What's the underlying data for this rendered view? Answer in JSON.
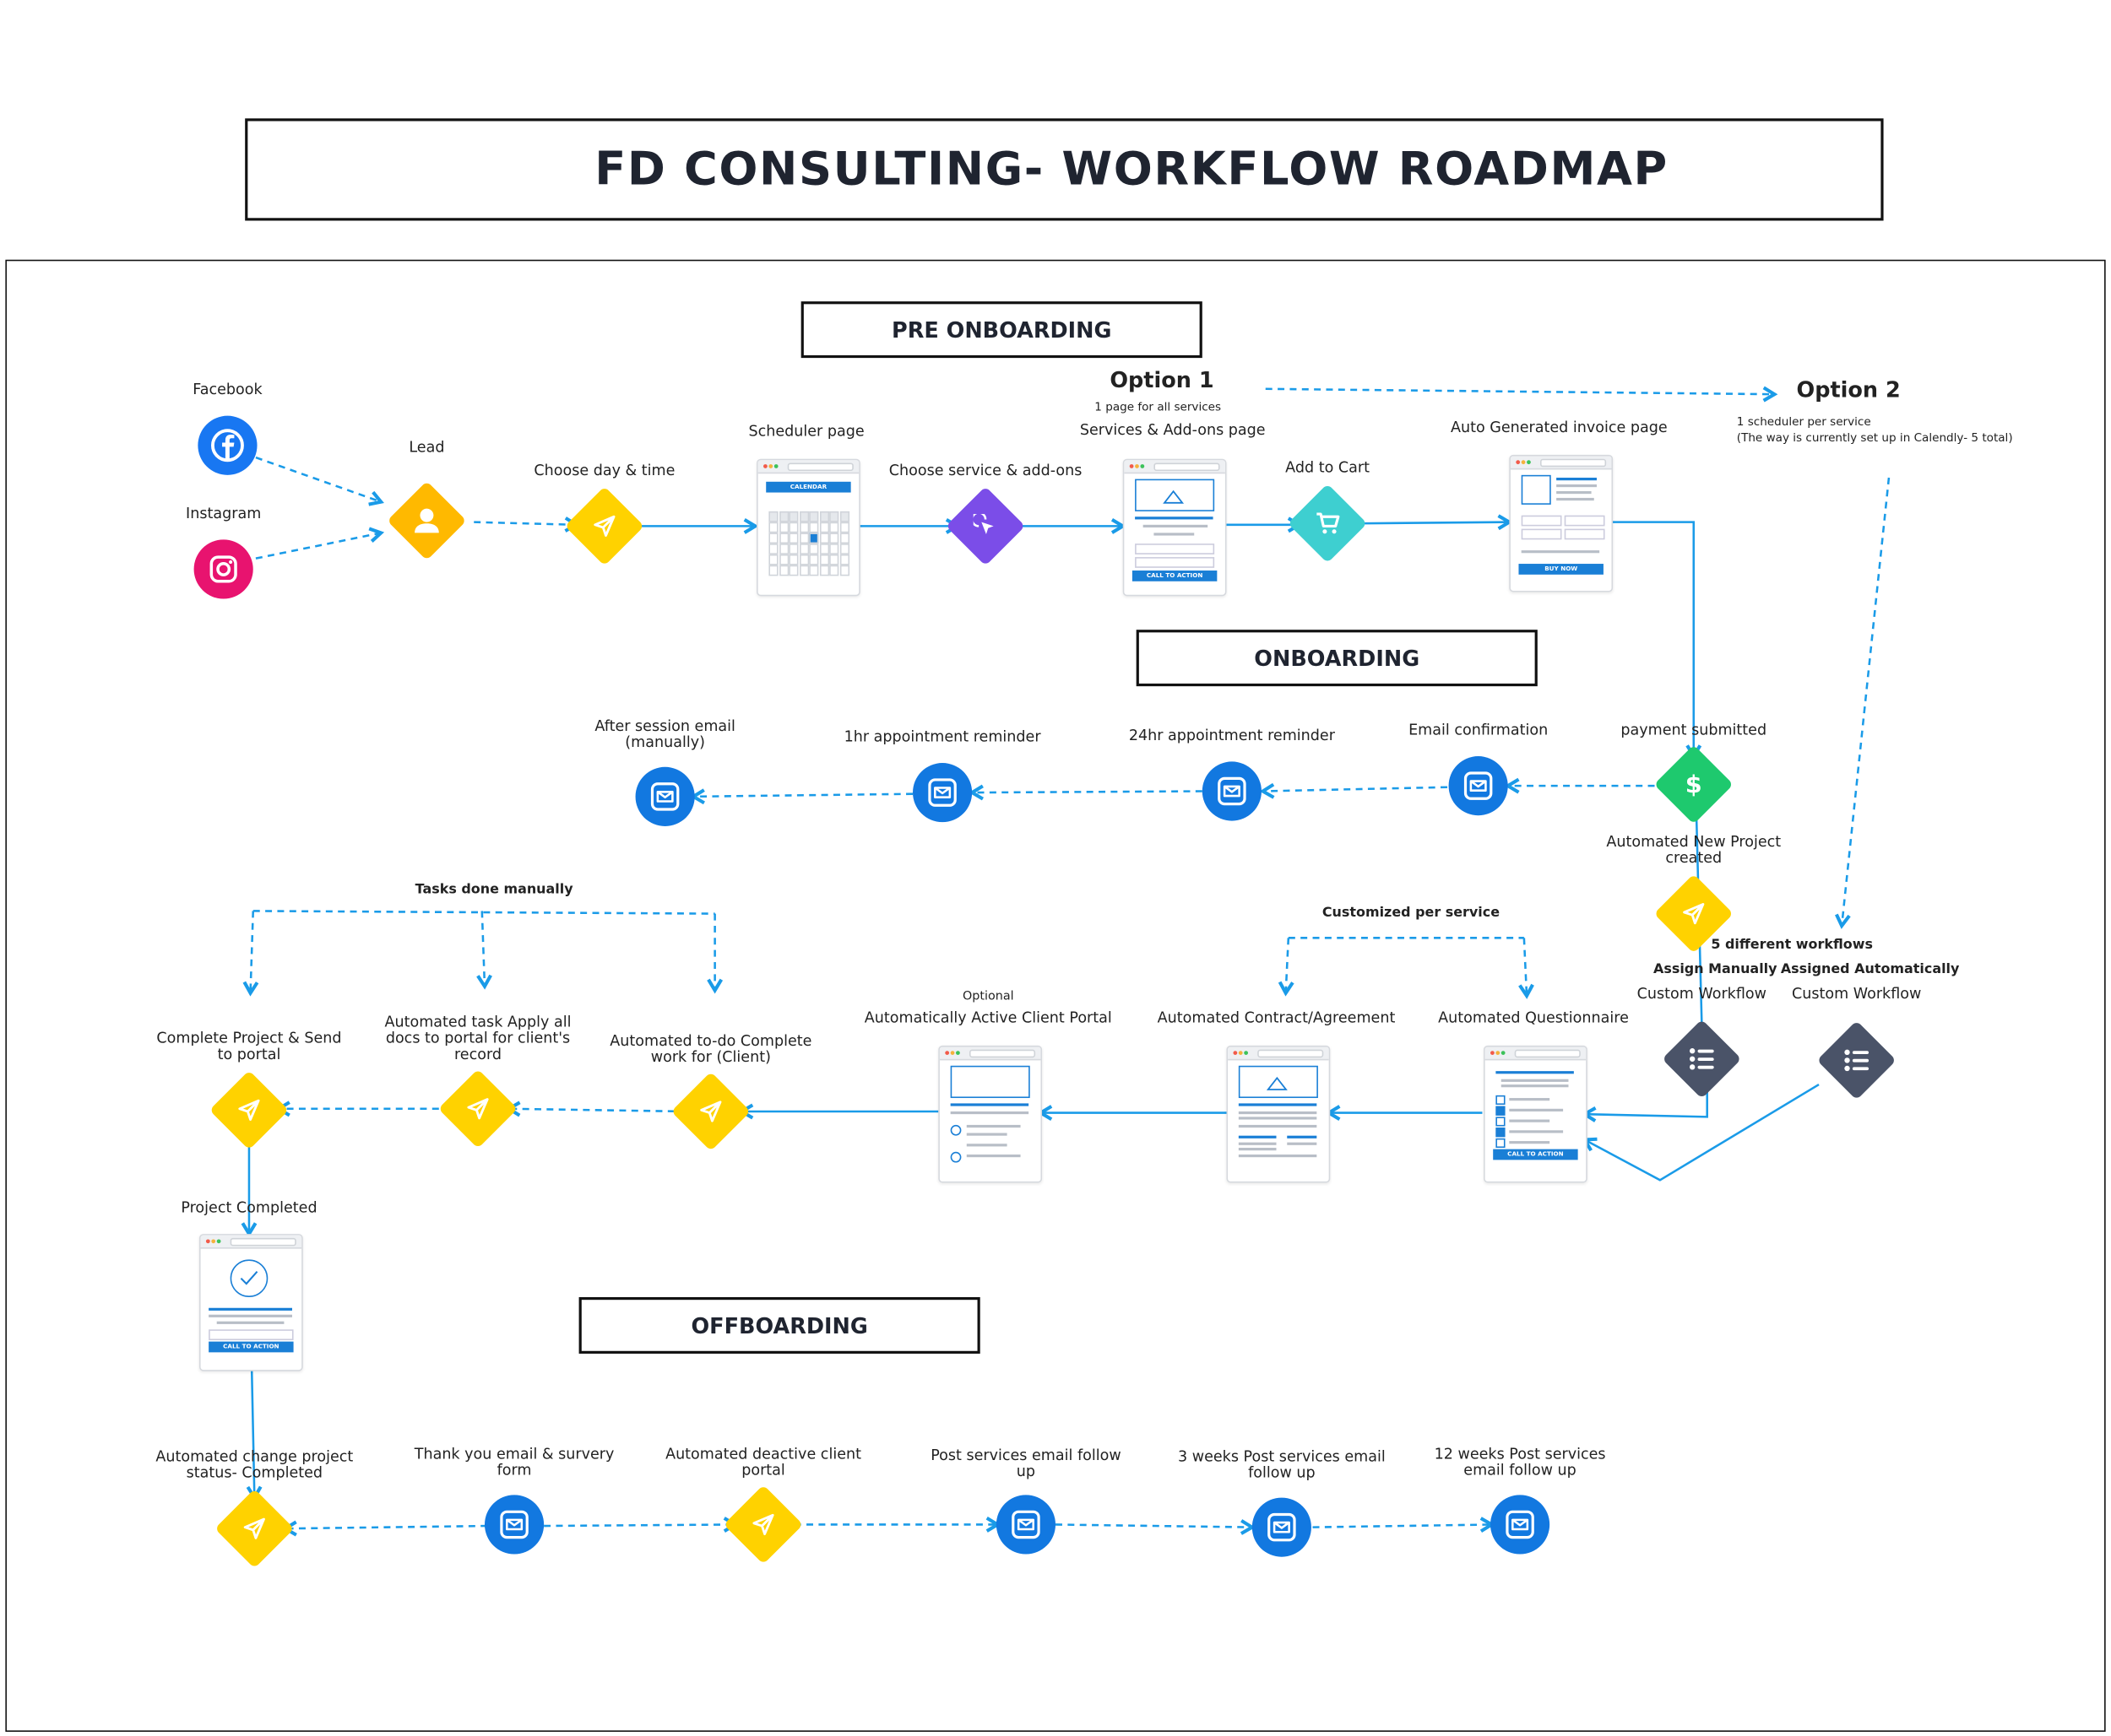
{
  "title": "FD CONSULTING- WORKFLOW ROADMAP",
  "sections": {
    "pre": "PRE ONBOARDING",
    "on": "ONBOARDING",
    "off": "OFFBOARDING"
  },
  "notes": {
    "option1": "Option 1",
    "option1_sub": "1 page for all services",
    "option2": "Option 2",
    "option2_sub": "1 scheduler per  service\n(The way is currently set up in Calendly- 5 total)",
    "tasks_manual": "Tasks done manually",
    "customized": "Customized per service",
    "five_workflows": "5 different workflows",
    "assign_manual": "Assign Manually",
    "assign_auto": "Assigned Automatically",
    "optional": "Optional"
  },
  "mock_text": {
    "calendar": "CALENDAR",
    "cta": "CALL TO ACTION",
    "buy": "BUY NOW"
  },
  "colors": {
    "line": "#1a9be8",
    "facebook": "#1877f2",
    "instagram": "#e8136f",
    "lead": "#ffb900",
    "task": "#ffd200",
    "service": "#7b4de8",
    "cart": "#3ecfd0",
    "payment": "#1ec96e",
    "email": "#1278e0",
    "workflow": "#4a5368"
  },
  "nodes": [
    {
      "id": "facebook",
      "label": "Facebook",
      "icon": "facebook-icon"
    },
    {
      "id": "instagram",
      "label": "Instagram",
      "icon": "instagram-icon"
    },
    {
      "id": "lead",
      "label": "Lead",
      "icon": "user-icon"
    },
    {
      "id": "choose_day",
      "label": "Choose day & time",
      "icon": "paper-plane-icon"
    },
    {
      "id": "scheduler",
      "label": "Scheduler page",
      "icon": "calendar-page"
    },
    {
      "id": "choose_service",
      "label": "Choose service & add-ons",
      "icon": "cursor-click-icon"
    },
    {
      "id": "services_page",
      "label": "Services & Add-ons page",
      "icon": "landing-page"
    },
    {
      "id": "cart",
      "label": "Add to Cart",
      "icon": "cart-icon"
    },
    {
      "id": "invoice",
      "label": "Auto Generated invoice page",
      "icon": "invoice-page"
    },
    {
      "id": "payment",
      "label": "payment submitted",
      "icon": "dollar-icon"
    },
    {
      "id": "email_conf",
      "label": "Email confirmation",
      "icon": "mail-icon"
    },
    {
      "id": "rem24",
      "label": "24hr appointment reminder",
      "icon": "mail-icon"
    },
    {
      "id": "rem1",
      "label": "1hr appointment reminder",
      "icon": "mail-icon"
    },
    {
      "id": "after_session",
      "label": "After session email\n(manually)",
      "icon": "mail-icon"
    },
    {
      "id": "new_project",
      "label": "Automated New Project\ncreated",
      "icon": "paper-plane-icon"
    },
    {
      "id": "wf_manual",
      "label": "Custom Workflow",
      "icon": "list-icon"
    },
    {
      "id": "wf_auto",
      "label": "Custom Workflow",
      "icon": "list-icon"
    },
    {
      "id": "questionnaire",
      "label": "Automated Questionnaire",
      "icon": "form-page"
    },
    {
      "id": "contract",
      "label": "Automated Contract/Agreement",
      "icon": "contract-page"
    },
    {
      "id": "portal",
      "label": "Automatically Active Client Portal",
      "icon": "portal-page"
    },
    {
      "id": "todo",
      "label": "Automated to-do Complete\nwork for (Client)",
      "icon": "paper-plane-icon"
    },
    {
      "id": "apply_docs",
      "label": "Automated task Apply all\ndocs to portal for client's\nrecord",
      "icon": "paper-plane-icon"
    },
    {
      "id": "complete_send",
      "label": "Complete Project & Send\nto portal",
      "icon": "paper-plane-icon"
    },
    {
      "id": "project_completed",
      "label": "Project Completed",
      "icon": "check-page"
    },
    {
      "id": "status_completed",
      "label": "Automated change project\nstatus- Completed",
      "icon": "paper-plane-icon"
    },
    {
      "id": "thank_you",
      "label": "Thank you email & survery\nform",
      "icon": "mail-icon"
    },
    {
      "id": "deactive",
      "label": "Automated deactive client\nportal",
      "icon": "paper-plane-icon"
    },
    {
      "id": "post_followup",
      "label": "Post services email follow\nup",
      "icon": "mail-icon"
    },
    {
      "id": "wk3",
      "label": "3 weeks Post services email\nfollow up",
      "icon": "mail-icon"
    },
    {
      "id": "wk12",
      "label": "12 weeks Post services\nemail follow up",
      "icon": "mail-icon"
    }
  ]
}
